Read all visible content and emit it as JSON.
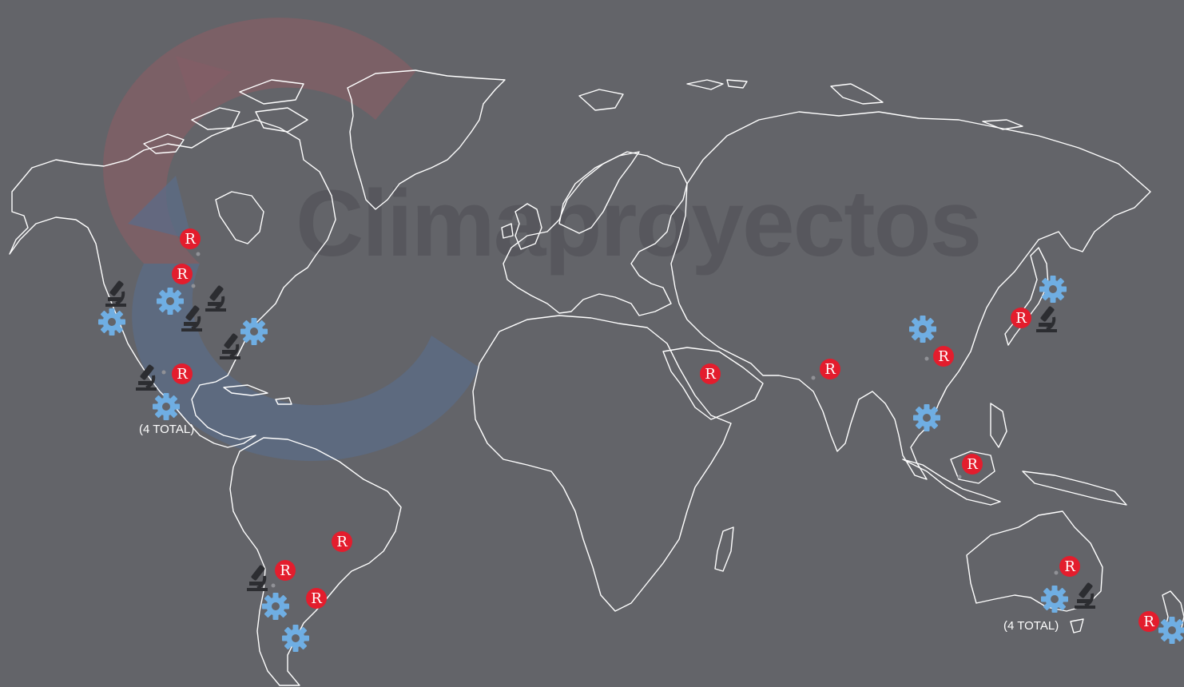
{
  "watermark": {
    "brand_name": "Climaproyectos"
  },
  "colors": {
    "background": "#636469",
    "coastline": "#ffffff",
    "r_marker": "#e31d2d",
    "gear_marker": "#6faee3",
    "microscope_marker": "#2c2d31",
    "dot": "#909196",
    "watermark_red": "#a24f58",
    "watermark_blue": "#5c7397"
  },
  "labels": {
    "north_america_total": "(4 TOTAL)",
    "oceania_total": "(4 TOTAL)"
  },
  "marker_legend_icons": {
    "r": "r-logo-icon",
    "gear": "gear-icon",
    "microscope": "microscope-icon"
  }
}
